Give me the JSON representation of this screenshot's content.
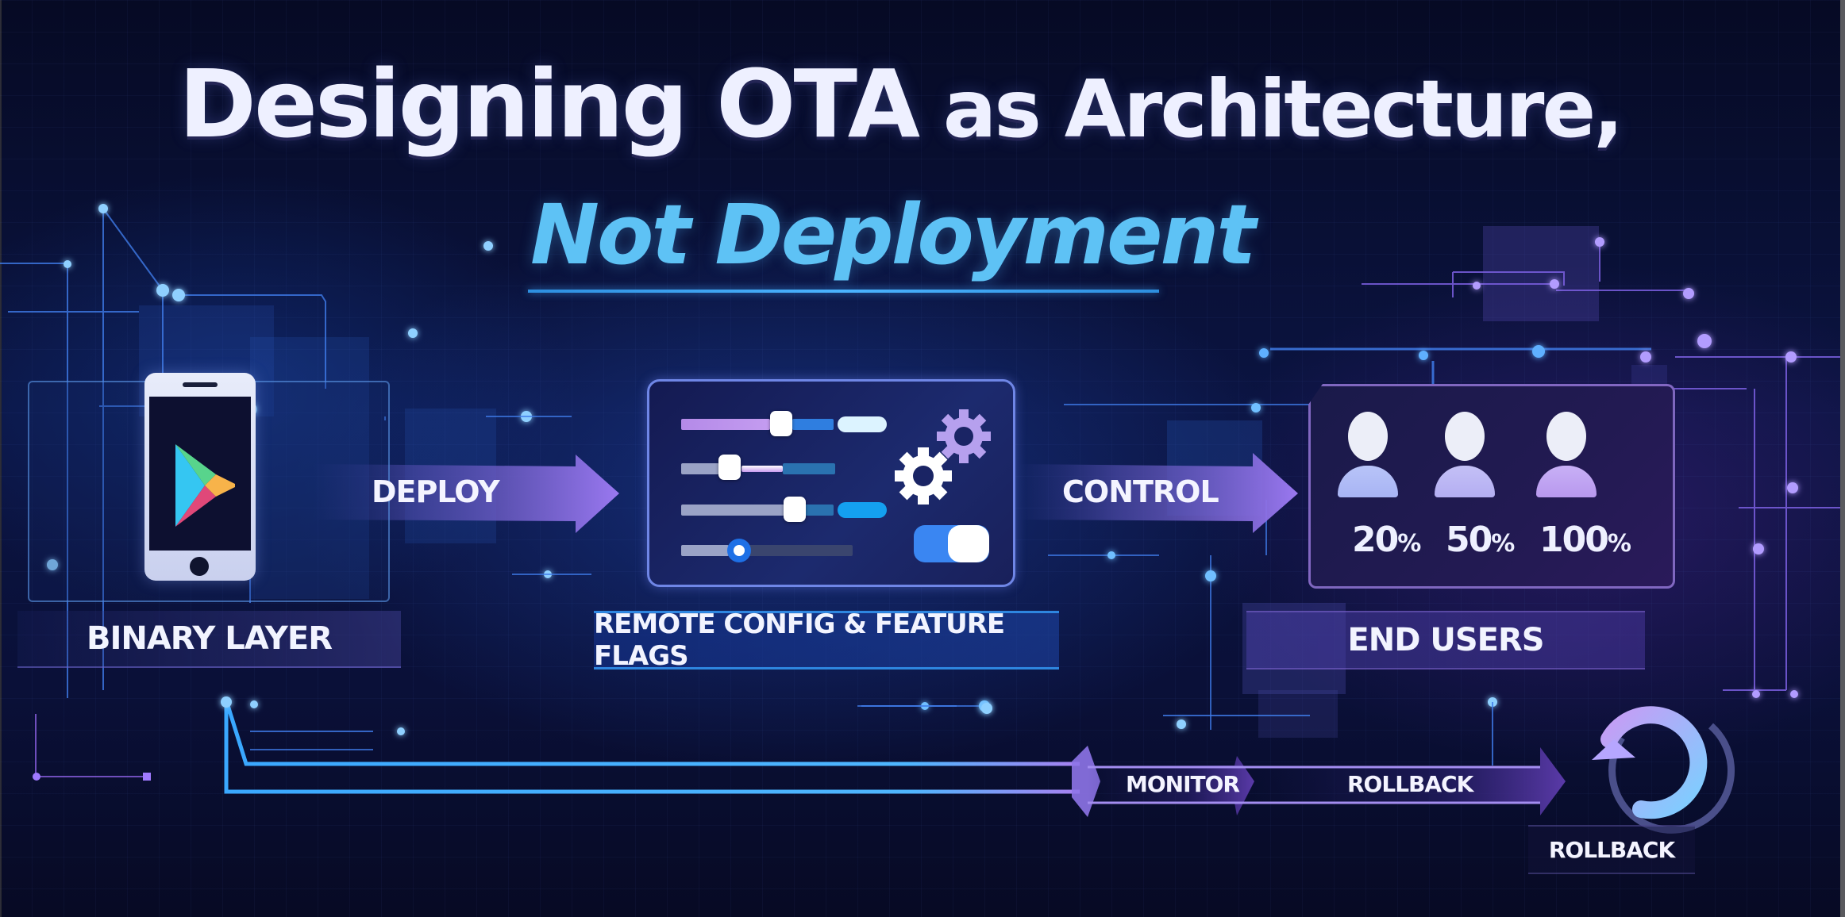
{
  "title": {
    "line1_part1": "Designing ",
    "line1_emphasis": "OTA",
    "line1_part2": " as Architecture,",
    "line2": "Not Deployment"
  },
  "stages": [
    {
      "id": "binary",
      "label": "BINARY LAYER",
      "icon": "smartphone-play-store-icon"
    },
    {
      "id": "remote",
      "label": "REMOTE CONFIG & FEATURE FLAGS",
      "icon": "sliders-gears-toggle-icon"
    },
    {
      "id": "users",
      "label": "END USERS",
      "icon": "user-group-icon"
    }
  ],
  "arrows": {
    "deploy": "DEPLOY",
    "control": "CONTROL"
  },
  "rollout": {
    "percentages": [
      {
        "value": "20",
        "unit": "%"
      },
      {
        "value": "50",
        "unit": "%"
      },
      {
        "value": "100",
        "unit": "%"
      }
    ]
  },
  "feedback_flow": {
    "steps": [
      "MONITOR",
      "ROLLBACK"
    ],
    "end_icon": "rollback-circular-arrow-icon",
    "end_label": "ROLLBACK"
  },
  "colors": {
    "background": "#0b1442",
    "title_white": "#eef0ff",
    "title_accent": "#5ec2f5",
    "arrow_purple": "#8a6ee0",
    "circuit_blue": "#3f8cff",
    "circuit_purple": "#9a6cf0",
    "toggle_blue": "#3a86f2"
  }
}
